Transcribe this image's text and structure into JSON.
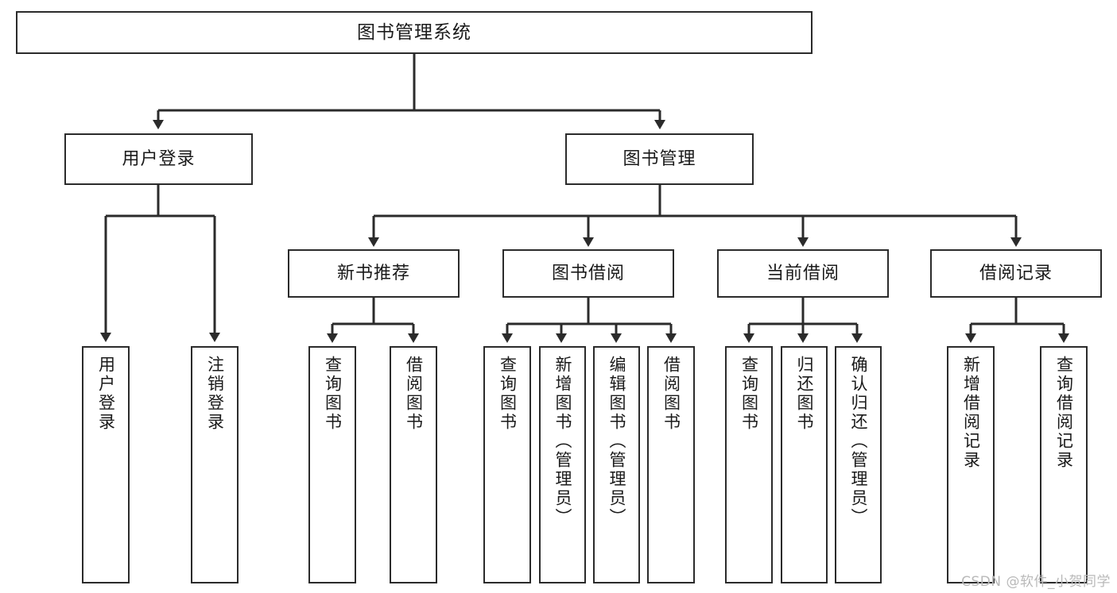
{
  "diagram": {
    "title": "图书管理系统",
    "type": "tree",
    "background_color": "#ffffff",
    "border_color": "#2b2b2b",
    "text_color": "#1a1a1a",
    "levels": {
      "root": {
        "label": "图书管理系统"
      },
      "level2": [
        {
          "id": "user-login",
          "label": "用户登录"
        },
        {
          "id": "book-management",
          "label": "图书管理"
        }
      ],
      "level3": [
        {
          "id": "new-book-recommend",
          "label": "新书推荐",
          "parent": "book-management"
        },
        {
          "id": "book-borrow",
          "label": "图书借阅",
          "parent": "book-management"
        },
        {
          "id": "current-borrow",
          "label": "当前借阅",
          "parent": "book-management"
        },
        {
          "id": "borrow-record",
          "label": "借阅记录",
          "parent": "book-management"
        }
      ],
      "leaves": {
        "user-login": [
          {
            "id": "leaf-user-login",
            "label": "用户登录"
          },
          {
            "id": "leaf-logout-login",
            "label": "注销登录"
          }
        ],
        "new-book-recommend": [
          {
            "id": "leaf-query-book-1",
            "label": "查询图书"
          },
          {
            "id": "leaf-borrow-book-1",
            "label": "借阅图书"
          }
        ],
        "book-borrow": [
          {
            "id": "leaf-query-book-2",
            "label": "查询图书"
          },
          {
            "id": "leaf-add-book",
            "label": "新增图书（管理员）"
          },
          {
            "id": "leaf-edit-book",
            "label": "编辑图书（管理员）"
          },
          {
            "id": "leaf-borrow-book-2",
            "label": "借阅图书"
          }
        ],
        "current-borrow": [
          {
            "id": "leaf-query-book-3",
            "label": "查询图书"
          },
          {
            "id": "leaf-return-book",
            "label": "归还图书"
          },
          {
            "id": "leaf-confirm-return",
            "label": "确认归还（管理员）"
          }
        ],
        "borrow-record": [
          {
            "id": "leaf-add-record",
            "label": "新增借阅记录"
          },
          {
            "id": "leaf-query-record",
            "label": "查询借阅记录"
          }
        ]
      }
    }
  },
  "watermark": {
    "text": "CSDN @软件_小贺同学"
  }
}
